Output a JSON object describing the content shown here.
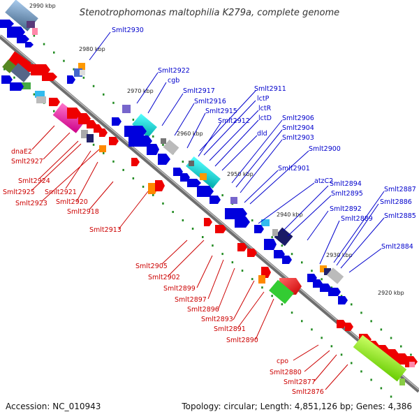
{
  "title": "Stenotrophomonas maltophilia K279a, complete genome",
  "accession": "Accession: NC_010943",
  "summary": "Topology: circular; Length: 4,851,126 bp; Genes: 4,386",
  "positions": [
    "2990 kbp",
    "2980 kbp",
    "2970 kbp",
    "2960 kbp",
    "2950 kbp",
    "2940 kbp",
    "2930 kbp",
    "2920 kbp"
  ],
  "labels_top": [
    "Smlt2930",
    "Smlt2922",
    "cgb",
    "Smlt2917",
    "Smlt2916",
    "Smlt2915",
    "Smlt2912",
    "Smlt2911",
    "lctP",
    "lctR",
    "lctD",
    "dld",
    "Smlt2906",
    "Smlt2904",
    "Smlt2903",
    "Smlt2900",
    "Smlt2901",
    "atzC2",
    "Smlt2894",
    "Smlt2895",
    "Smlt2892",
    "Smlt2889",
    "Smlt2887",
    "Smlt2886",
    "Smlt2885",
    "Smlt2884"
  ],
  "labels_bottom": [
    "dnaE2",
    "Smlt2927",
    "Smlt2924",
    "Smlt2925",
    "Smlt2921",
    "Smlt2923",
    "Smlt2920",
    "Smlt2918",
    "Smlt2913",
    "Smlt2905",
    "Smlt2902",
    "Smlt2899",
    "Smlt2897",
    "Smlt2896",
    "Smlt2893",
    "Smlt2891",
    "Smlt2890",
    "cpo",
    "Smlt2880",
    "Smlt2877",
    "Smlt2876"
  ],
  "colors": {
    "forward": "#0000ee",
    "reverse": "#ee0000",
    "backbone": "#808080",
    "tick": "#228b22"
  }
}
